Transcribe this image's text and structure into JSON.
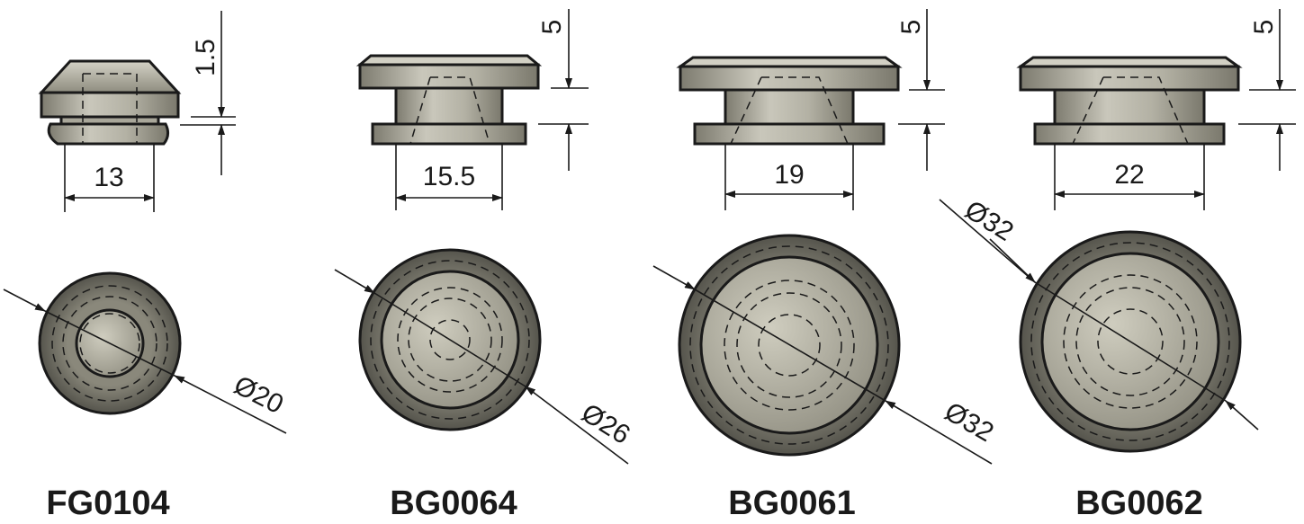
{
  "parts": [
    {
      "id": "FG0104",
      "label": "FG0104",
      "width_dim": "13",
      "height_dim": "1.5",
      "diameter_dim": "Ø20"
    },
    {
      "id": "BG0064",
      "label": "BG0064",
      "width_dim": "15.5",
      "height_dim": "5",
      "diameter_dim": "Ø26"
    },
    {
      "id": "BG0061",
      "label": "BG0061",
      "width_dim": "19",
      "height_dim": "5",
      "diameter_dim": "Ø32"
    },
    {
      "id": "BG0062",
      "label": "BG0062",
      "width_dim": "22",
      "height_dim": "5",
      "diameter_dim": "Ø32"
    }
  ],
  "colors": {
    "body_light": "#c9c7bb",
    "body_mid": "#9a9889",
    "body_dark": "#5f5e55",
    "line": "#1a1a1a"
  }
}
